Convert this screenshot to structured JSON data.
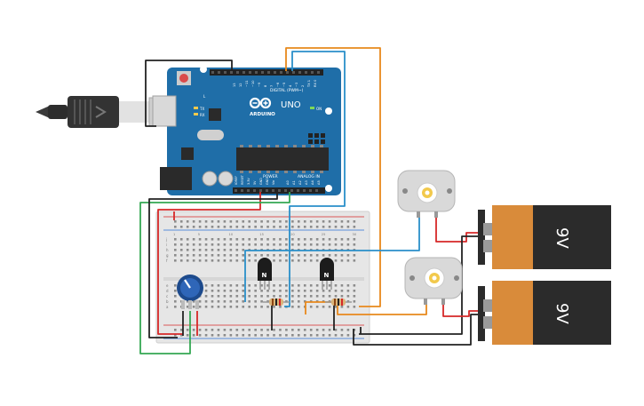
{
  "arduino": {
    "brand": "ARDUINO",
    "model": "UNO",
    "digital_label": "DIGITAL (PWM~)",
    "analog_label": "ANALOG IN",
    "power_label": "POWER",
    "led_tx": "TX",
    "led_rx": "RX",
    "led_l": "L",
    "led_on": "ON",
    "aref_label": "AREF",
    "gnd_label": "GND",
    "digital_pins": [
      "13",
      "12",
      "~11",
      "~10",
      "~9",
      "8",
      "7",
      "~6",
      "~5",
      "4",
      "~3",
      "2",
      "TX 1",
      "RX 0"
    ],
    "power_pins": [
      "IOREF",
      "RESET",
      "3.3V",
      "5V",
      "GND",
      "GND",
      "Vin"
    ],
    "analog_pins": [
      "A0",
      "A1",
      "A2",
      "A3",
      "A4",
      "A5"
    ]
  },
  "batteries": [
    {
      "label": "9V"
    },
    {
      "label": "9V"
    }
  ],
  "breadboard": {
    "row_letters_top": [
      "j",
      "i",
      "h",
      "g",
      "f"
    ],
    "row_letters_bottom": [
      "e",
      "d",
      "c",
      "b",
      "a"
    ],
    "column_numbers": [
      "1",
      "5",
      "10",
      "15",
      "20",
      "25",
      "30"
    ]
  },
  "transistors": [
    {
      "label": "N"
    },
    {
      "label": "N"
    }
  ],
  "colors": {
    "arduino_blue": "#1f6ea8",
    "wire_orange": "#e8891c",
    "wire_blue": "#2a8fc9",
    "wire_red": "#d62828",
    "wire_black": "#222222",
    "wire_green": "#34a853",
    "battery_orange": "#d98b3a",
    "battery_black": "#2b2b2b"
  }
}
